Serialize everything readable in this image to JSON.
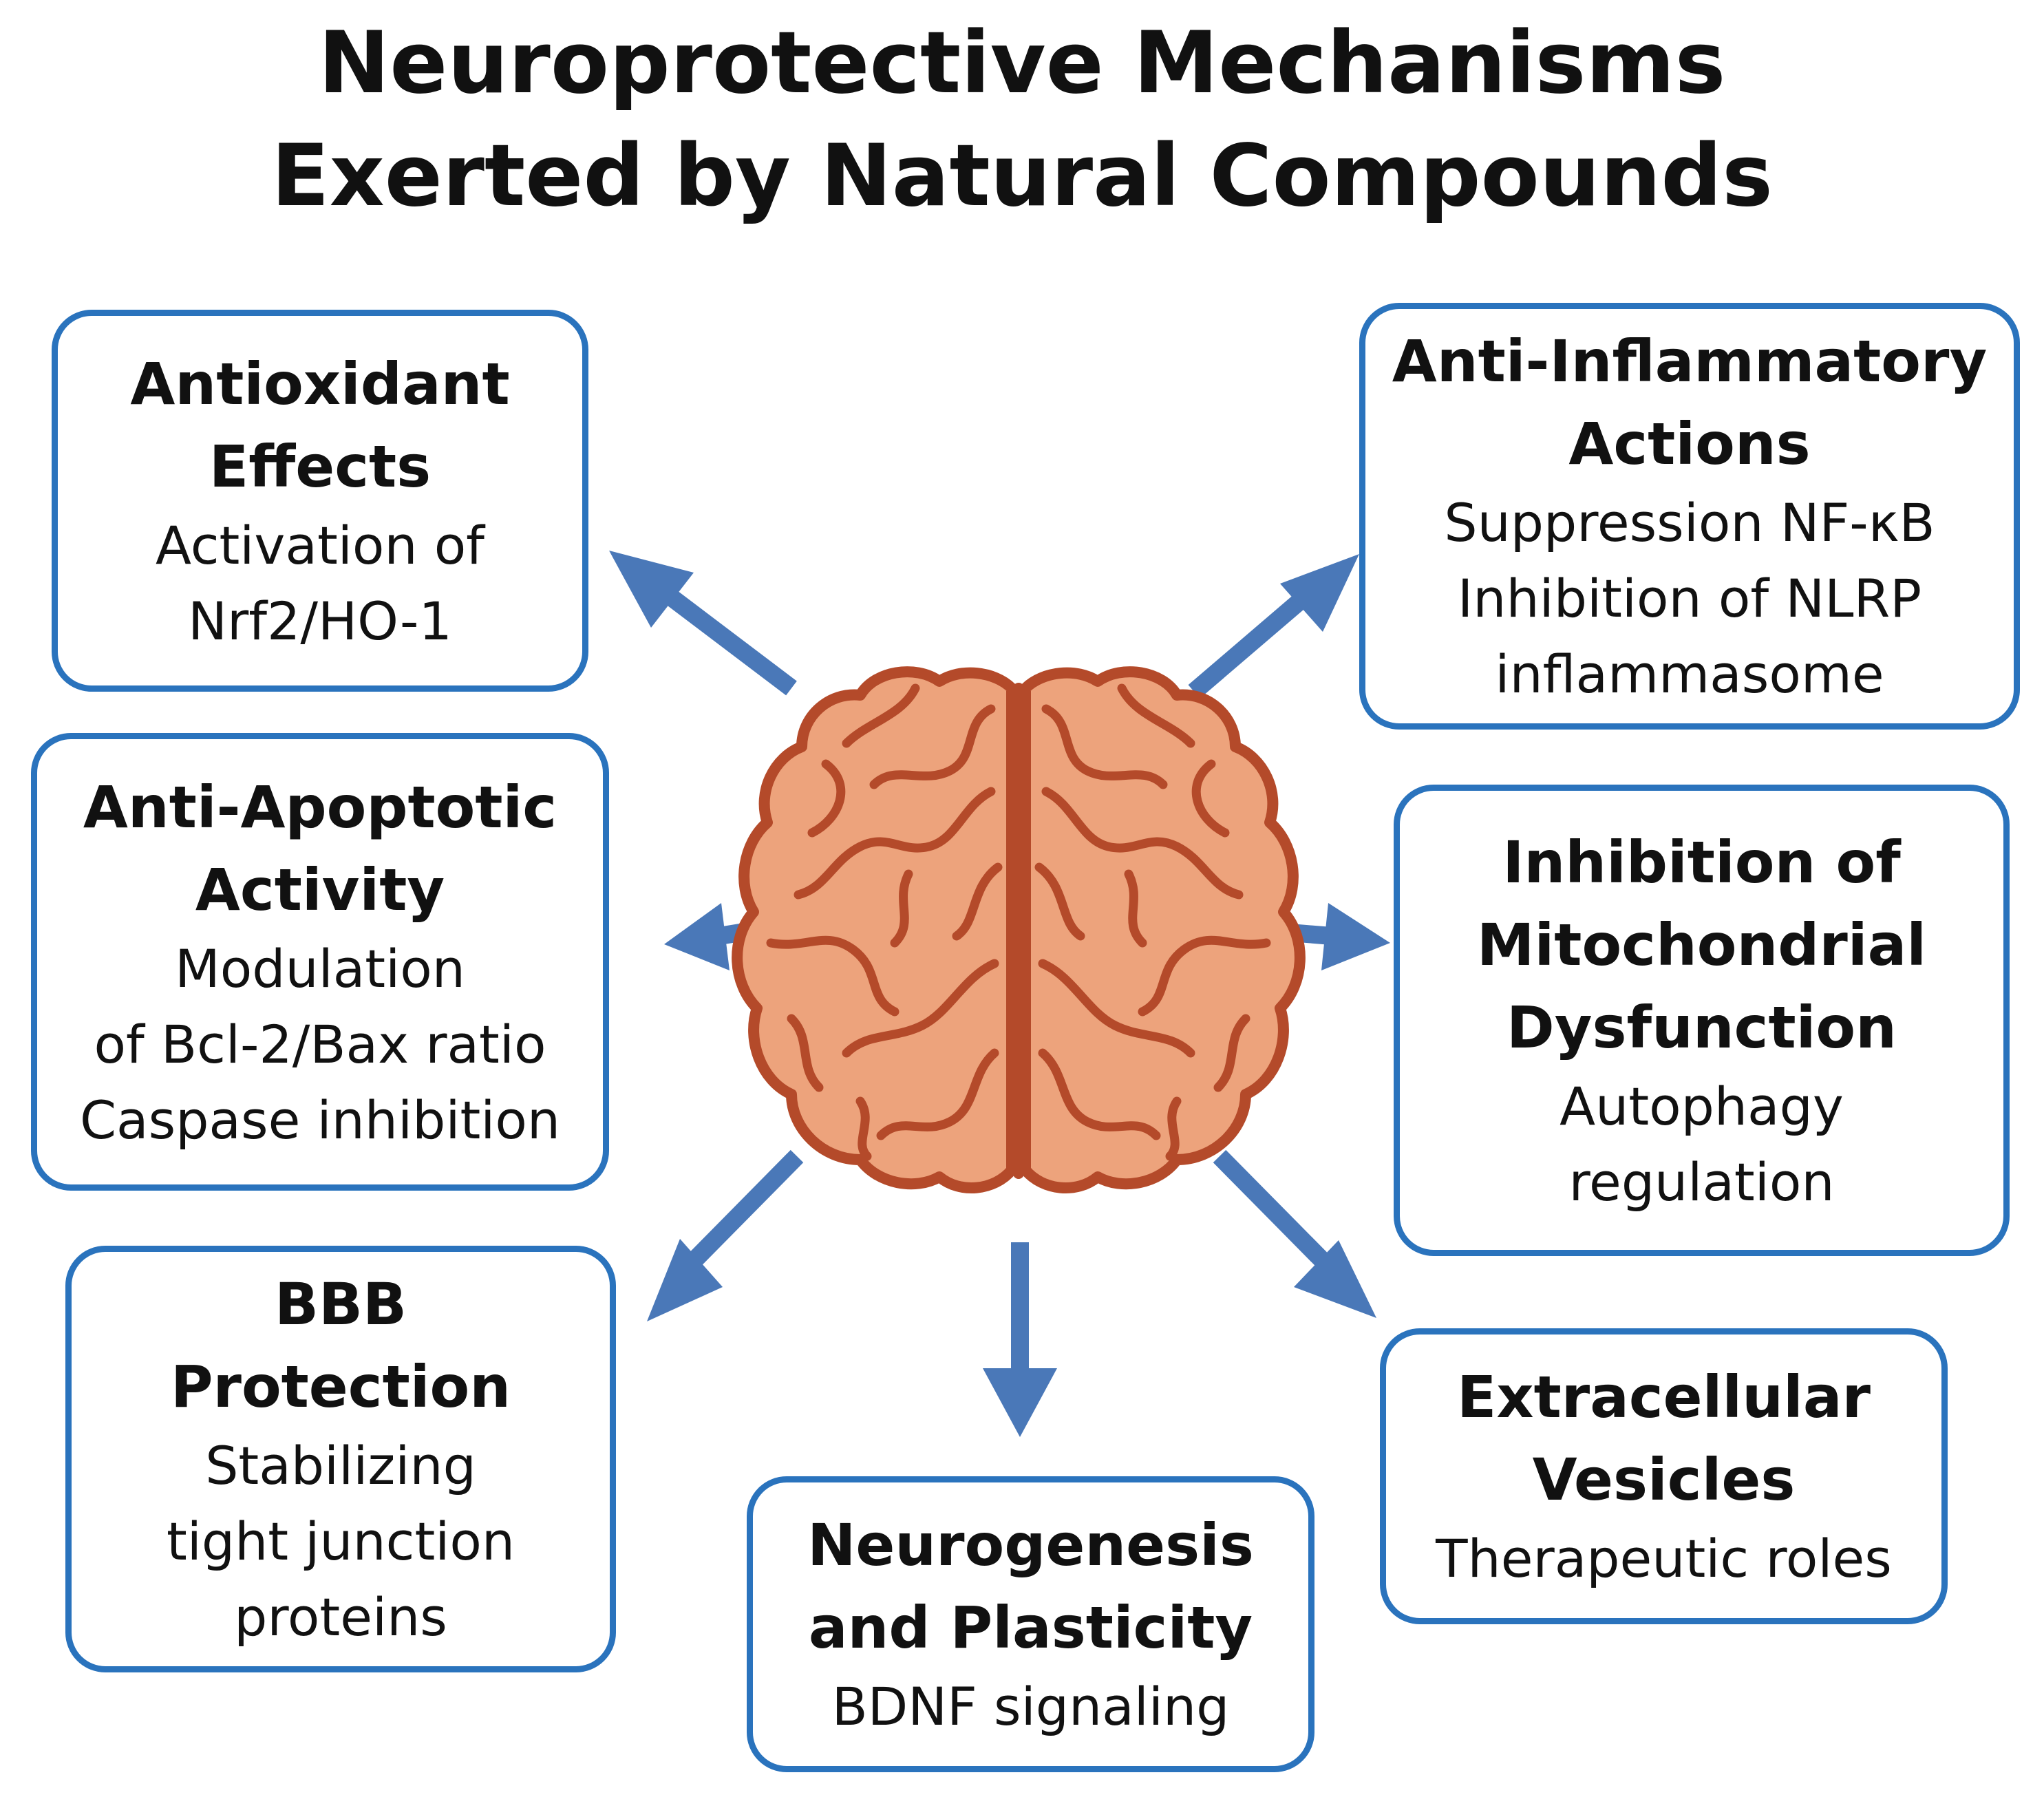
{
  "title": {
    "line1": "Neuroprotective Mechanisms",
    "line2": "Exerted by Natural Compounds"
  },
  "colors": {
    "box_border": "#2a73bd",
    "arrow": "#4a78b8",
    "brain_fill": "#eda37c",
    "brain_outline": "#b44a2a"
  },
  "center_image": "brain-icon",
  "boxes": {
    "antioxidant": {
      "heading": [
        "Antioxidant",
        "Effects"
      ],
      "body": [
        "Activation of",
        "Nrf2/HO-1"
      ]
    },
    "anti_inflammatory": {
      "heading": [
        "Anti-Inflammatory",
        "Actions"
      ],
      "body": [
        "Suppression NF-κB",
        "Inhibition of NLRP",
        "inflammasome"
      ]
    },
    "anti_apoptotic": {
      "heading": [
        "Anti-Apoptotic",
        "Activity"
      ],
      "body": [
        "Modulation",
        "of Bcl-2/Bax ratio",
        "Caspase inhibition"
      ]
    },
    "mitochondrial": {
      "heading": [
        "Inhibition of",
        "Mitochondrial",
        "Dysfunction"
      ],
      "body": [
        "Autophagy",
        "regulation"
      ]
    },
    "bbb": {
      "heading": [
        "BBB",
        "Protection"
      ],
      "body": [
        "Stabilizing",
        "tight junction",
        "proteins"
      ]
    },
    "neurogenesis": {
      "heading": [
        "Neurogenesis",
        "and Plasticity"
      ],
      "body": [
        "BDNF signaling"
      ]
    },
    "extracellular": {
      "heading": [
        "Extracellular",
        "Vesicles"
      ],
      "body": [
        "Therapeutic roles"
      ]
    }
  }
}
